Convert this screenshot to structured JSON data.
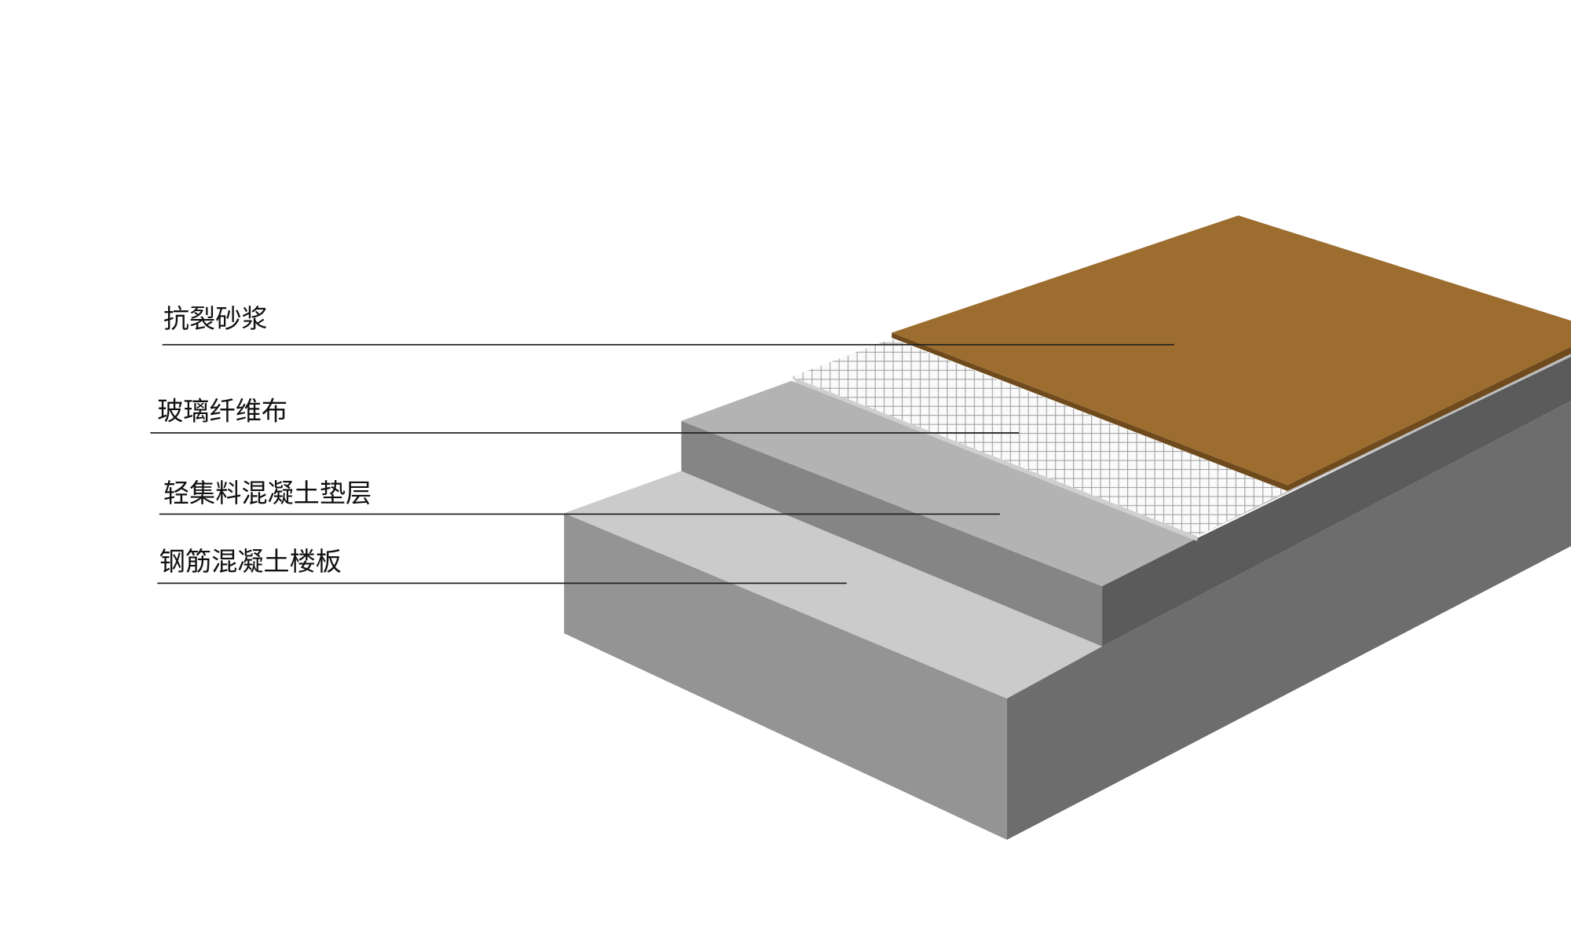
{
  "layers": [
    {
      "label": "抗裂砂浆",
      "color": "#9c6d2f"
    },
    {
      "label": "玻璃纤维布",
      "color": "#f4f4f4"
    },
    {
      "label": "轻集料混凝土垫层",
      "color": "#b3b3b4"
    },
    {
      "label": "钢筋混凝土楼板",
      "color": "#cbcbcb"
    }
  ]
}
